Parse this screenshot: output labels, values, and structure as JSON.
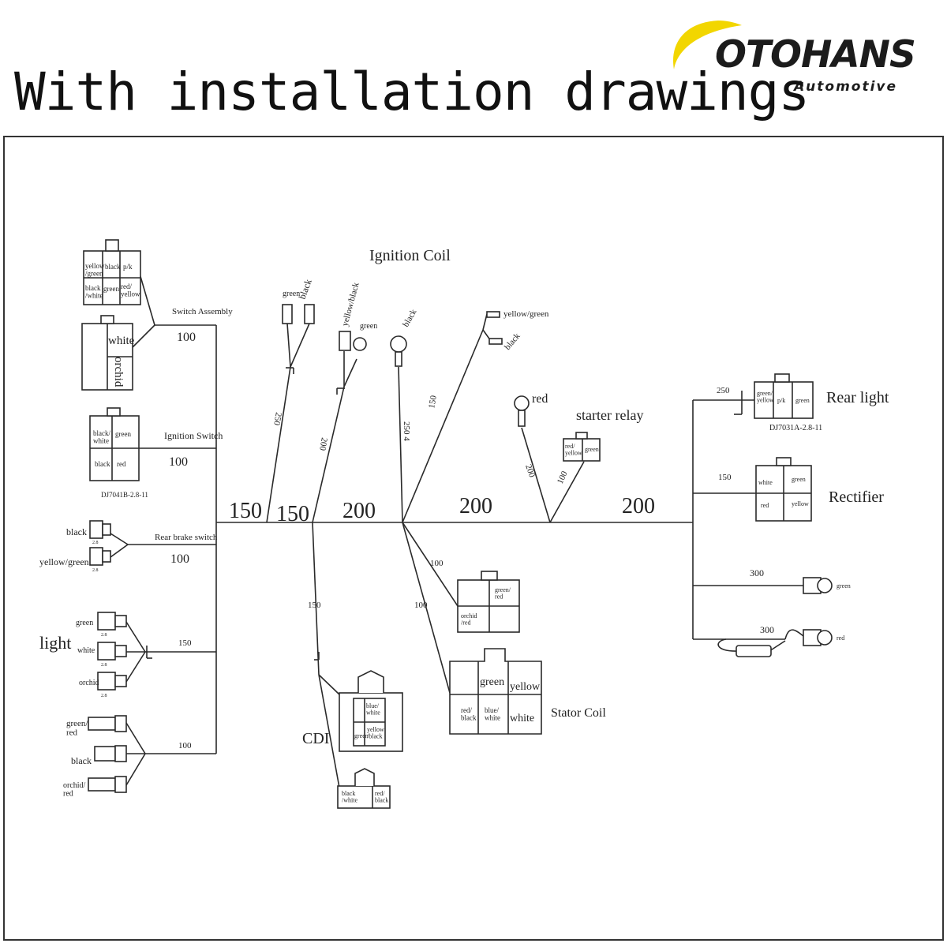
{
  "headline": "With installation drawings",
  "logo": {
    "name": "OTOHANS",
    "subtitle": "Automotive",
    "swoosh_color": "#f2d600"
  },
  "colors": {
    "line": "#2a2a2a",
    "text": "#222222",
    "logo_yellow": "#f2d600"
  },
  "components": {
    "ignition_coil": "Ignition Coil",
    "switch_assembly": "Switch Assembly",
    "ignition_switch": "Ignition Switch",
    "rear_brake_switch": "Rear brake switch",
    "light": "light",
    "cdi": "CDI",
    "stator_coil": "Stator Coil",
    "starter_relay": "starter  relay",
    "rear_light": "Rear  light",
    "rectifier": "Rectifier"
  },
  "part_numbers": {
    "ignition_switch_pn": "DJ7041B-2.8-11",
    "rear_light_pn": "DJ7031A-2.8-11"
  },
  "lengths": {
    "main_150a": "150",
    "main_150b": "150",
    "main_200a": "200",
    "main_200b": "200",
    "main_200c": "200",
    "switch_100": "100",
    "ign_switch_100": "100",
    "brake_100": "100",
    "light_150": "150",
    "lower_100": "100",
    "coil_250a": "250",
    "coil_200": "200",
    "coil_250b": "250 4",
    "sw_150": "150",
    "relay_200": "200",
    "relay_100": "100",
    "rear_250": "250",
    "rect_150": "150",
    "r300a": "300",
    "r300b": "300",
    "cdi_150": "150",
    "conn_100": "100",
    "stator_100": "100",
    "pin_a": "2.8",
    "pin_b": "2.8",
    "pin_c": "2.8",
    "pin_d": "2.8",
    "pin_e": "2.8"
  },
  "wire_labels": {
    "sa_yellow_green": "yellow\n/green",
    "sa_black": "black",
    "sa_pink": "p/k",
    "sa_black_white": "black\n/white",
    "sa_green": "green",
    "sa_red_yellow": "red/\nyellow",
    "sw2_white": "white",
    "sw2_orchid": "orchid",
    "is_black_white": "black/\nwhite",
    "is_green": "green",
    "is_black": "black",
    "is_red": "red",
    "brake_black": "black",
    "brake_yellow_green": "yellow/green",
    "light_green": "green",
    "light_white": "white",
    "light_orchid": "orchid",
    "low_green_red": "green/\nred",
    "low_black": "black",
    "low_orchid_red": "orchid/\nred",
    "coil_green": "green",
    "coil_black": "black",
    "coil_yellow_black": "yellow/black",
    "coil_green2": "green",
    "coil_black2": "black",
    "sw_yellow_green": "yellow/green",
    "sw_black": "black",
    "relay_red": "red",
    "relay_red_yellow": "red/\nyellow",
    "relay_green": "green",
    "rl_green_yellow": "green/\nyellow",
    "rl_pink": "p/k",
    "rl_green": "green",
    "rect_white": "white",
    "rect_green": "green",
    "rect_red": "red",
    "rect_yellow": "yellow",
    "term_green": "green",
    "term_red": "red",
    "c4_green_red": "green/\nred",
    "c4_orchid_red": "orchid\n/red",
    "st_green": "green",
    "st_yellow": "yellow",
    "st_red_black": "red/\nblack",
    "st_blue_white": "blue/\nwhite",
    "st_white": "white",
    "cdi_blue_white": "blue/\nwhite",
    "cdi_green": "green",
    "cdi_yellow_black": "yellow\n/black",
    "cdi2_black_white": "black\n/white",
    "cdi2_red_black": "red/\nblack"
  }
}
